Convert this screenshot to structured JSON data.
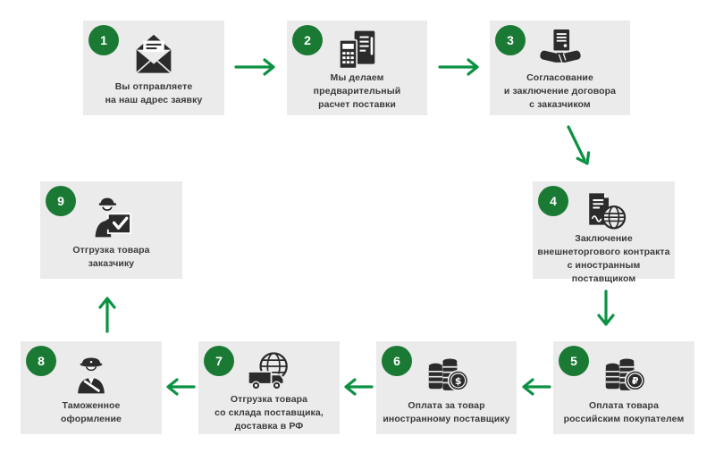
{
  "diagram": {
    "colors": {
      "box_bg": "#ebebeb",
      "badge_green": "#1a7a33",
      "arrow_green": "#0b9243",
      "icon_dark": "#2b2b2b",
      "text_dark": "#3a3a3a"
    },
    "steps": [
      {
        "number": "1",
        "label": "Вы отправляете\nна наш адрес заявку",
        "icon": "open-envelope"
      },
      {
        "number": "2",
        "label": "Мы делаем\nпредварительный\nрасчет поставки",
        "icon": "calculator-document"
      },
      {
        "number": "3",
        "label": "Согласование\nи заключение договора\nс заказчиком",
        "icon": "contract-handshake"
      },
      {
        "number": "4",
        "label": "Заключение\nвнешнеторгового контракта\nс иностранным поставщиком",
        "icon": "contract-globe"
      },
      {
        "number": "5",
        "label": "Оплата товара\nроссийским покупателем",
        "icon": "coins-ruble"
      },
      {
        "number": "6",
        "label": "Оплата за товар\nиностранному поставщику",
        "icon": "coins-dollar"
      },
      {
        "number": "7",
        "label": "Отгрузка товара\nсо склада поставщика,\nдоставка в РФ",
        "icon": "globe-truck"
      },
      {
        "number": "8",
        "label": "Таможенное\nоформление",
        "icon": "customs-officer"
      },
      {
        "number": "9",
        "label": "Отгрузка товара\nзаказчику",
        "icon": "courier-delivery"
      }
    ],
    "currency_symbols": {
      "ruble": "₽",
      "dollar": "$"
    }
  }
}
